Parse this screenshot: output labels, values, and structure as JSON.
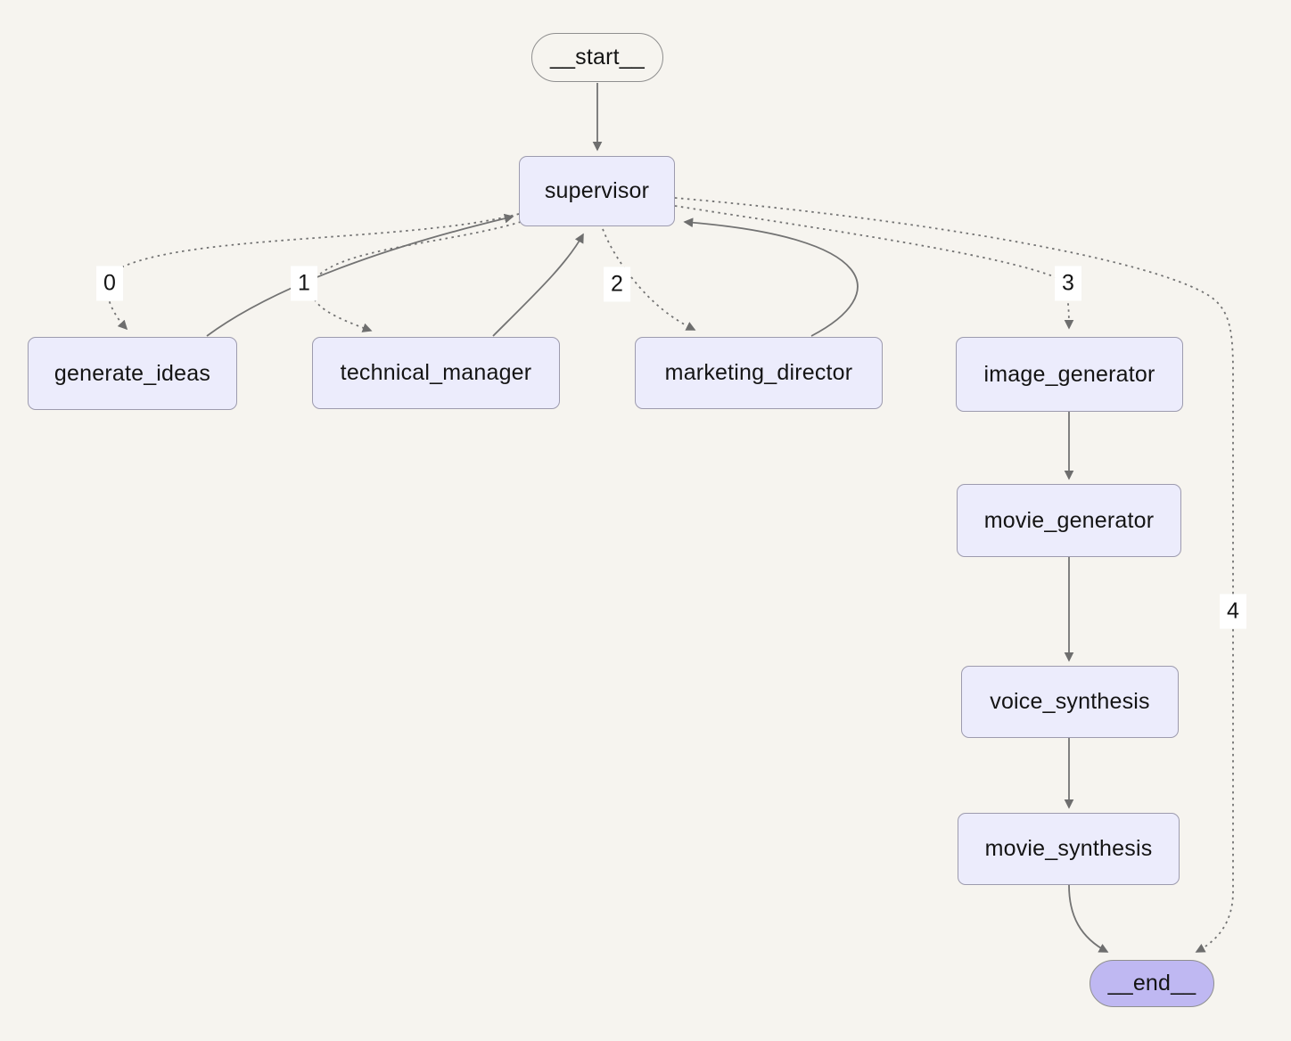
{
  "diagram": {
    "type": "state-graph",
    "nodes": [
      {
        "id": "__start__",
        "label": "__start__",
        "shape": "stadium",
        "variant": "start"
      },
      {
        "id": "supervisor",
        "label": "supervisor",
        "shape": "rect",
        "variant": "default"
      },
      {
        "id": "generate_ideas",
        "label": "generate_ideas",
        "shape": "rect",
        "variant": "default"
      },
      {
        "id": "technical_manager",
        "label": "technical_manager",
        "shape": "rect",
        "variant": "default"
      },
      {
        "id": "marketing_director",
        "label": "marketing_director",
        "shape": "rect",
        "variant": "default"
      },
      {
        "id": "image_generator",
        "label": "image_generator",
        "shape": "rect",
        "variant": "default"
      },
      {
        "id": "movie_generator",
        "label": "movie_generator",
        "shape": "rect",
        "variant": "default"
      },
      {
        "id": "voice_synthesis",
        "label": "voice_synthesis",
        "shape": "rect",
        "variant": "default"
      },
      {
        "id": "movie_synthesis",
        "label": "movie_synthesis",
        "shape": "rect",
        "variant": "default"
      },
      {
        "id": "__end__",
        "label": "__end__",
        "shape": "stadium",
        "variant": "end"
      }
    ],
    "edges": [
      {
        "from": "__start__",
        "to": "supervisor",
        "style": "solid",
        "label": ""
      },
      {
        "from": "supervisor",
        "to": "generate_ideas",
        "style": "dotted",
        "label": "0"
      },
      {
        "from": "generate_ideas",
        "to": "supervisor",
        "style": "solid",
        "label": ""
      },
      {
        "from": "supervisor",
        "to": "technical_manager",
        "style": "dotted",
        "label": "1"
      },
      {
        "from": "technical_manager",
        "to": "supervisor",
        "style": "solid",
        "label": ""
      },
      {
        "from": "supervisor",
        "to": "marketing_director",
        "style": "dotted",
        "label": "2"
      },
      {
        "from": "marketing_director",
        "to": "supervisor",
        "style": "solid",
        "label": ""
      },
      {
        "from": "supervisor",
        "to": "image_generator",
        "style": "dotted",
        "label": "3"
      },
      {
        "from": "supervisor",
        "to": "__end__",
        "style": "dotted",
        "label": "4"
      },
      {
        "from": "image_generator",
        "to": "movie_generator",
        "style": "solid",
        "label": ""
      },
      {
        "from": "movie_generator",
        "to": "voice_synthesis",
        "style": "solid",
        "label": ""
      },
      {
        "from": "voice_synthesis",
        "to": "movie_synthesis",
        "style": "solid",
        "label": ""
      },
      {
        "from": "movie_synthesis",
        "to": "__end__",
        "style": "solid",
        "label": ""
      }
    ],
    "colors": {
      "background": "#f6f4ef",
      "node_fill": "#ececfc",
      "node_border": "#9d9bae",
      "start_fill": "#f6f4ef",
      "start_border": "#8f8f8f",
      "end_fill": "#bfb8f2",
      "end_border": "#8f8f8f",
      "edge": "#737373",
      "label_bg": "#ffffff",
      "text": "#141414"
    }
  }
}
